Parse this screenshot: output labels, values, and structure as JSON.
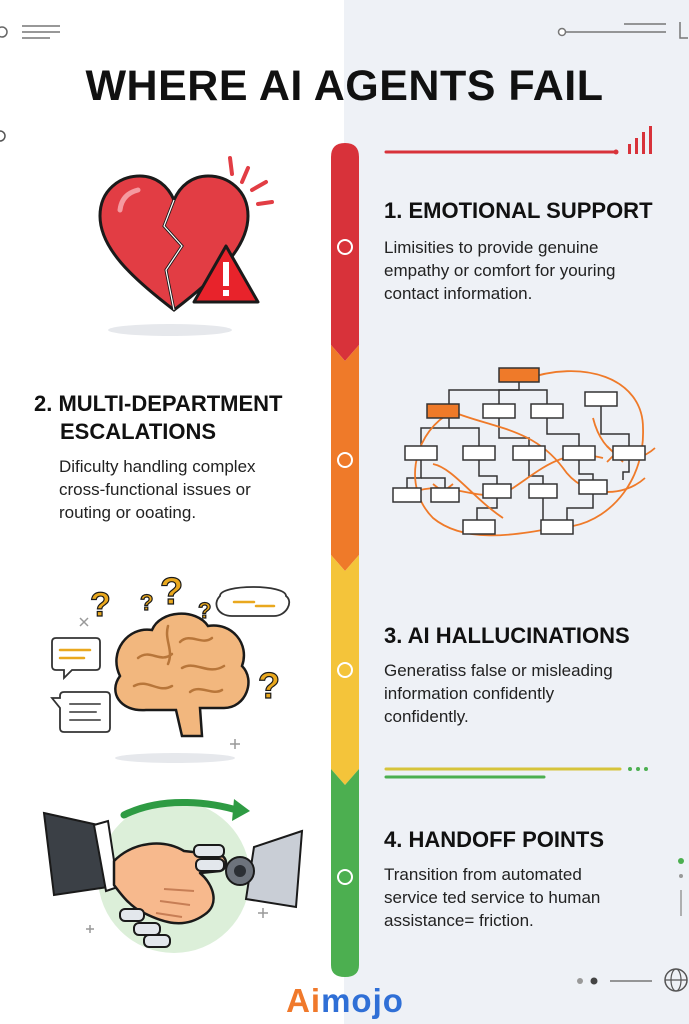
{
  "title": "WHERE AI AGENTS FAIL",
  "timeline": {
    "colors": [
      "#d8323a",
      "#ef7a29",
      "#f4c43a",
      "#4caf50"
    ]
  },
  "sections": [
    {
      "heading": "1. EMOTIONAL SUPPORT",
      "description": [
        "Limisities to provide genuine",
        "empathy or comfort for youring",
        "contact information."
      ],
      "icon": "broken-heart-warning-icon",
      "color": "#d8323a"
    },
    {
      "heading": [
        "2. MULTI-DEPARTMENT",
        "ESCALATIONS"
      ],
      "description": [
        "Dificulty handling complex",
        "cross-functional issues or",
        "routing or ooating."
      ],
      "icon": "flowchart-icon",
      "color": "#ef7a29"
    },
    {
      "heading": "3. AI HALLUCINATIONS",
      "description": [
        "Generatiss false or misleading",
        "information confidently",
        "confidently."
      ],
      "icon": "confused-brain-icon",
      "color": "#f4c43a"
    },
    {
      "heading": "4. HANDOFF POINTS",
      "description": [
        "Transition from automated",
        "service ted service to human",
        "assistance= friction."
      ],
      "icon": "human-robot-handshake-icon",
      "color": "#4caf50"
    }
  ],
  "logo": {
    "part1": "Ai",
    "part2": "mojo"
  }
}
